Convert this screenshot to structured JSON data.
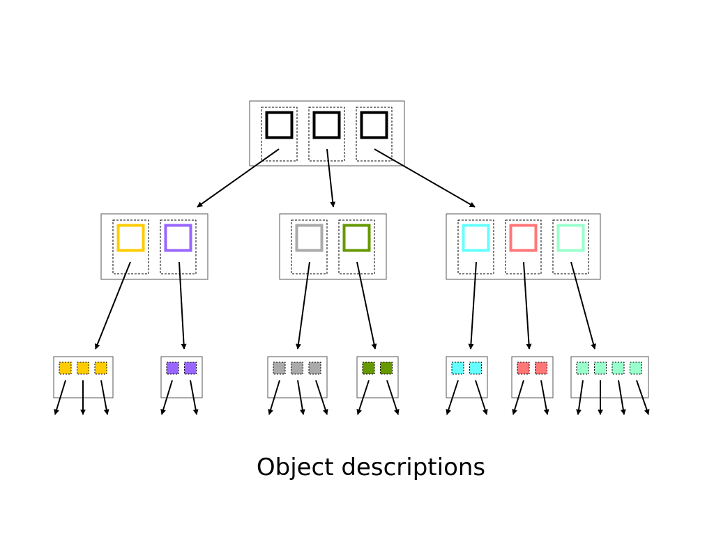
{
  "caption": "Object descriptions",
  "colors": {
    "root": "#000000",
    "yellow": "#ffcc00",
    "purple": "#9966ff",
    "gray": "#aaaaaa",
    "olive": "#669900",
    "cyan": "#66ffff",
    "salmon": "#ff7777",
    "mint": "#99ffcc"
  },
  "tree": {
    "root": {
      "slots": [
        "root",
        "root",
        "root"
      ]
    },
    "level2": [
      {
        "slots": [
          "yellow",
          "purple"
        ]
      },
      {
        "slots": [
          "gray",
          "olive"
        ]
      },
      {
        "slots": [
          "cyan",
          "salmon",
          "mint"
        ]
      }
    ],
    "leaves": [
      {
        "color": "yellow",
        "count": 3
      },
      {
        "color": "purple",
        "count": 2
      },
      {
        "color": "gray",
        "count": 3
      },
      {
        "color": "olive",
        "count": 2
      },
      {
        "color": "cyan",
        "count": 2
      },
      {
        "color": "salmon",
        "count": 2
      },
      {
        "color": "mint",
        "count": 4
      }
    ]
  }
}
